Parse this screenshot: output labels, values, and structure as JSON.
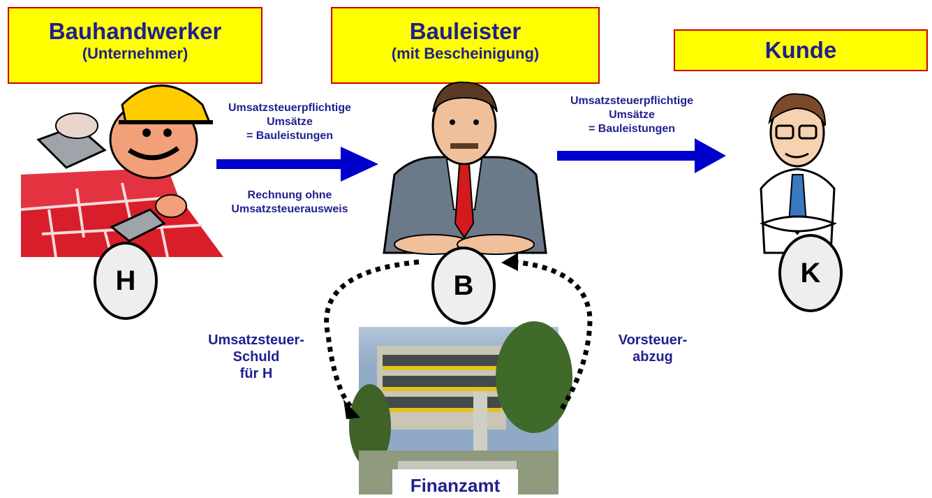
{
  "boxes": {
    "h": {
      "title": "Bauhandwerker",
      "subtitle": "(Unternehmer)"
    },
    "b": {
      "title": "Bauleister",
      "subtitle": "(mit Bescheinigung)"
    },
    "k": {
      "title": "Kunde"
    }
  },
  "arrows": {
    "h_to_b_top": "Umsatzsteuerpflichtige\nUmsätze\n= Bauleistungen",
    "h_to_b_bottom": "Rechnung ohne\nUmsatzsteuerausweis",
    "b_to_k_top": "Umsatzsteuerpflichtige\nUmsätze\n= Bauleistungen"
  },
  "circles": {
    "h": "H",
    "b": "B",
    "k": "K"
  },
  "finanz": {
    "left_label": "Umsatzsteuer-\nSchuld\nfür H",
    "right_label": "Vorsteuer-\nabzug",
    "caption": "Finanzamt"
  },
  "colors": {
    "box_fill": "#ffff00",
    "box_border": "#cc0000",
    "text": "#1f1f8f",
    "arrow": "#0000cc"
  }
}
